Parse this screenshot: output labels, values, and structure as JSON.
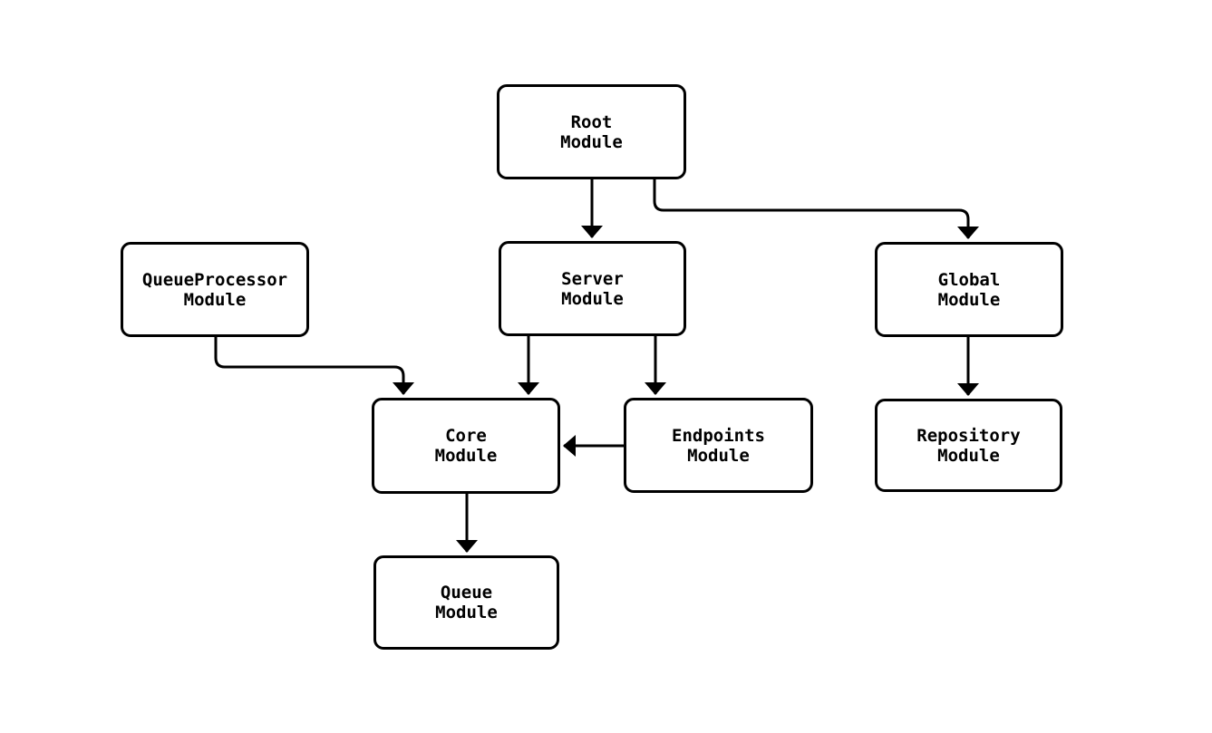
{
  "diagram": {
    "type": "flowchart",
    "colors": {
      "node_fill": "#ffffff",
      "node_border": "#000000",
      "edge_stroke": "#000000",
      "background": "#ffffff",
      "text": "#000000"
    },
    "nodes": {
      "root": {
        "label": "Root\nModule"
      },
      "server": {
        "label": "Server\nModule"
      },
      "global": {
        "label": "Global\nModule"
      },
      "queueProcessor": {
        "label": "QueueProcessor\nModule"
      },
      "core": {
        "label": "Core\nModule"
      },
      "endpoints": {
        "label": "Endpoints\nModule"
      },
      "repository": {
        "label": "Repository\nModule"
      },
      "queue": {
        "label": "Queue\nModule"
      }
    },
    "edges": [
      {
        "from": "Root Module",
        "to": "Server Module"
      },
      {
        "from": "Root Module",
        "to": "Global Module"
      },
      {
        "from": "QueueProcessor Module",
        "to": "Core Module"
      },
      {
        "from": "Server Module",
        "to": "Core Module"
      },
      {
        "from": "Server Module",
        "to": "Endpoints Module"
      },
      {
        "from": "Endpoints Module",
        "to": "Core Module"
      },
      {
        "from": "Core Module",
        "to": "Queue Module"
      },
      {
        "from": "Global Module",
        "to": "Repository Module"
      }
    ]
  }
}
